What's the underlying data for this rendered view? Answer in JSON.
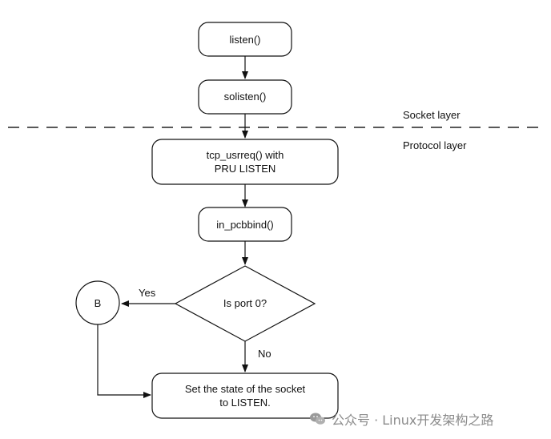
{
  "diagram": {
    "nodes": {
      "listen": "listen()",
      "solisten": "solisten()",
      "tcp_usrreq_line1": "tcp_usrreq() with",
      "tcp_usrreq_line2": "PRU LISTEN",
      "in_pcbbind": "in_pcbbind()",
      "decision": "Is port 0?",
      "connector": "B",
      "set_state_line1": "Set the state of the socket",
      "set_state_line2": "to LISTEN."
    },
    "layers": {
      "socket": "Socket layer",
      "protocol": "Protocol layer"
    },
    "edges": {
      "yes": "Yes",
      "no": "No"
    }
  },
  "watermark": {
    "icon": "wechat-icon",
    "text": "公众号 · Linux开发架构之路"
  }
}
